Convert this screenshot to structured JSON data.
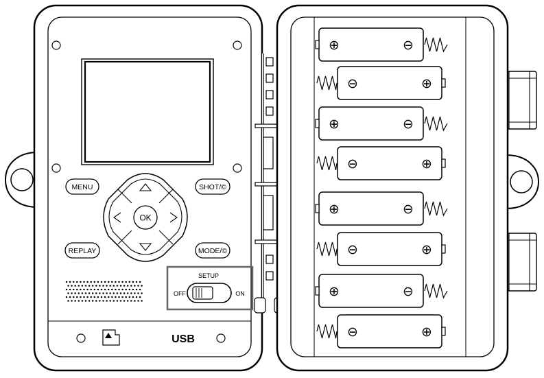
{
  "controls": {
    "menu": "MENU",
    "shot": "SHOT/©",
    "ok": "OK",
    "replay": "REPLAY",
    "mode": "MODE/©"
  },
  "switch": {
    "title": "SETUP",
    "off": "OFF",
    "on": "ON",
    "highlight_color": "#666666"
  },
  "ports": {
    "usb": "USB"
  },
  "icons": {
    "sd_card": "sd-card-icon",
    "dpad_up": "arrow-up-icon",
    "dpad_down": "arrow-down-icon",
    "dpad_left": "arrow-left-icon",
    "dpad_right": "arrow-right-icon",
    "battery_spring": "spring-icon"
  },
  "battery_symbols": {
    "plus": "⊕",
    "minus": "⊖"
  }
}
